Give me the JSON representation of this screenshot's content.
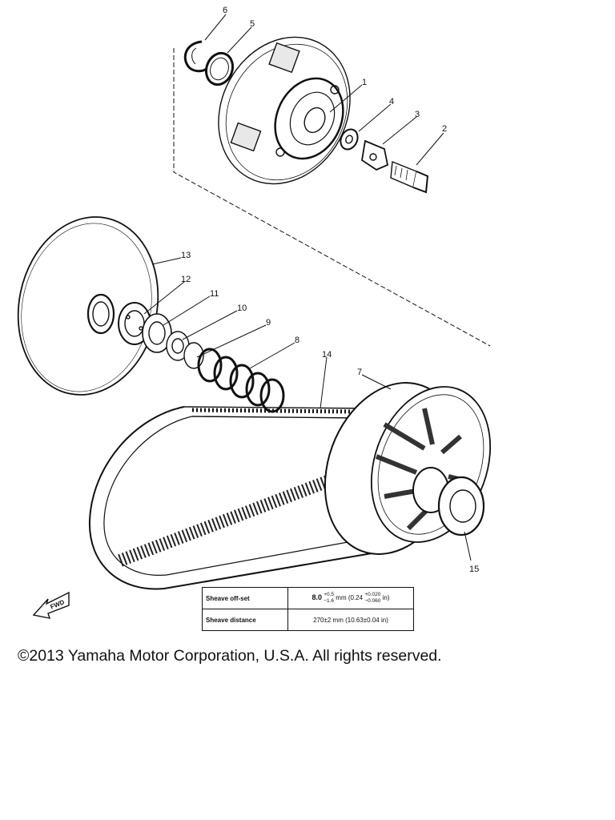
{
  "callouts": [
    "1",
    "2",
    "3",
    "4",
    "5",
    "6",
    "7",
    "8",
    "9",
    "10",
    "11",
    "12",
    "13",
    "14",
    "15"
  ],
  "fwd_label": "FWD",
  "spec_table": {
    "offset_label": "Sheave off-set",
    "offset_base": "8.0",
    "offset_tol_plus": "+0.5",
    "offset_tol_minus": "−1.6",
    "offset_unit": "mm (0.24",
    "offset_in_plus": "+0.020",
    "offset_in_minus": "−0.060",
    "offset_in_unit": "in)",
    "distance_label": "Sheave distance",
    "distance_value": "270±2 mm (10.63±0.04 in)"
  },
  "copyright": "©2013 Yamaha Motor Corporation, U.S.A. All rights reserved."
}
